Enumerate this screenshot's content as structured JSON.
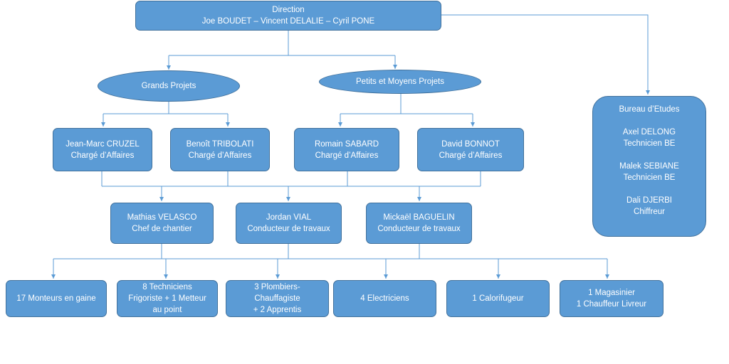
{
  "direction": {
    "title": "Direction",
    "members": "Joe BOUDET – Vincent DELALIE  – Cyril PONE"
  },
  "divisions": {
    "grands": "Grands Projets",
    "petits": "Petits et Moyens Projets"
  },
  "charges": [
    {
      "name": "Jean-Marc CRUZEL",
      "role": "Chargé d’Affaires"
    },
    {
      "name": "Benoît TRIBOLATI",
      "role": "Chargé d’Affaires"
    },
    {
      "name": "Romain SABARD",
      "role": "Chargé d’Affaires"
    },
    {
      "name": "David BONNOT",
      "role": "Chargé d’Affaires"
    }
  ],
  "supervisors": [
    {
      "name": "Mathias VELASCO",
      "role": "Chef de chantier"
    },
    {
      "name": "Jordan VIAL",
      "role": "Conducteur de travaux"
    },
    {
      "name": "Mickaël BAGUELIN",
      "role": "Conducteur de travaux"
    }
  ],
  "teams": [
    {
      "lines": [
        "17 Monteurs en gaine"
      ]
    },
    {
      "lines": [
        "8 Techniciens",
        "Frigoriste + 1 Metteur",
        "au point"
      ]
    },
    {
      "lines": [
        "3 Plombiers-",
        "Chauffagiste",
        "+ 2 Apprentis"
      ]
    },
    {
      "lines": [
        "4 Electriciens"
      ]
    },
    {
      "lines": [
        "1 Calorifugeur"
      ]
    },
    {
      "lines": [
        "1 Magasinier",
        "1 Chauffeur Livreur"
      ]
    }
  ],
  "bureau": {
    "title": "Bureau d’Etudes",
    "people": [
      {
        "name": "Axel DELONG",
        "role": "Technicien BE"
      },
      {
        "name": "Malek SEBIANE",
        "role": "Technicien BE"
      },
      {
        "name": "Dali DJERBI",
        "role": "Chiffreur"
      }
    ]
  },
  "colors": {
    "fill": "#5b9bd5",
    "stroke": "#41719c",
    "text": "#ffffff"
  }
}
